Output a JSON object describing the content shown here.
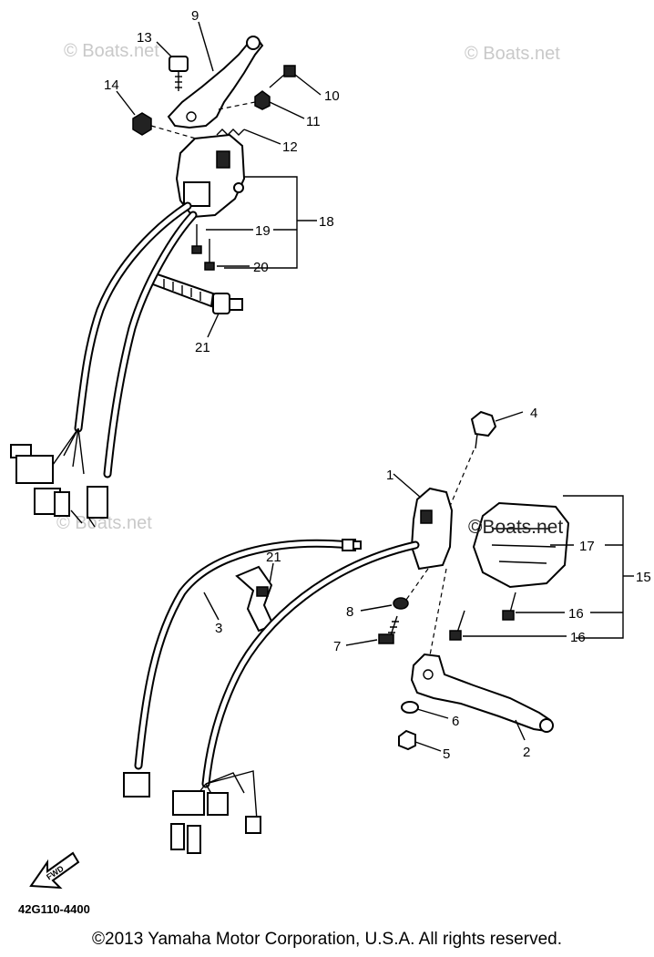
{
  "watermarks": [
    "© Boats.net",
    "© Boats.net",
    "© Boats.net",
    "©Boats.net"
  ],
  "callouts": {
    "c1": "1",
    "c2": "2",
    "c3": "3",
    "c4": "4",
    "c5": "5",
    "c6": "6",
    "c7": "7",
    "c8": "8",
    "c9": "9",
    "c10": "10",
    "c11": "11",
    "c12": "12",
    "c13": "13",
    "c14": "14",
    "c15": "15",
    "c16a": "16",
    "c16b": "16",
    "c17": "17",
    "c18": "18",
    "c19": "19",
    "c20": "20",
    "c21a": "21",
    "c21b": "21"
  },
  "fwd_label": "FWD",
  "diagram_code": "42G110-4400",
  "copyright": "©2013 Yamaha Motor Corporation, U.S.A. All rights reserved."
}
